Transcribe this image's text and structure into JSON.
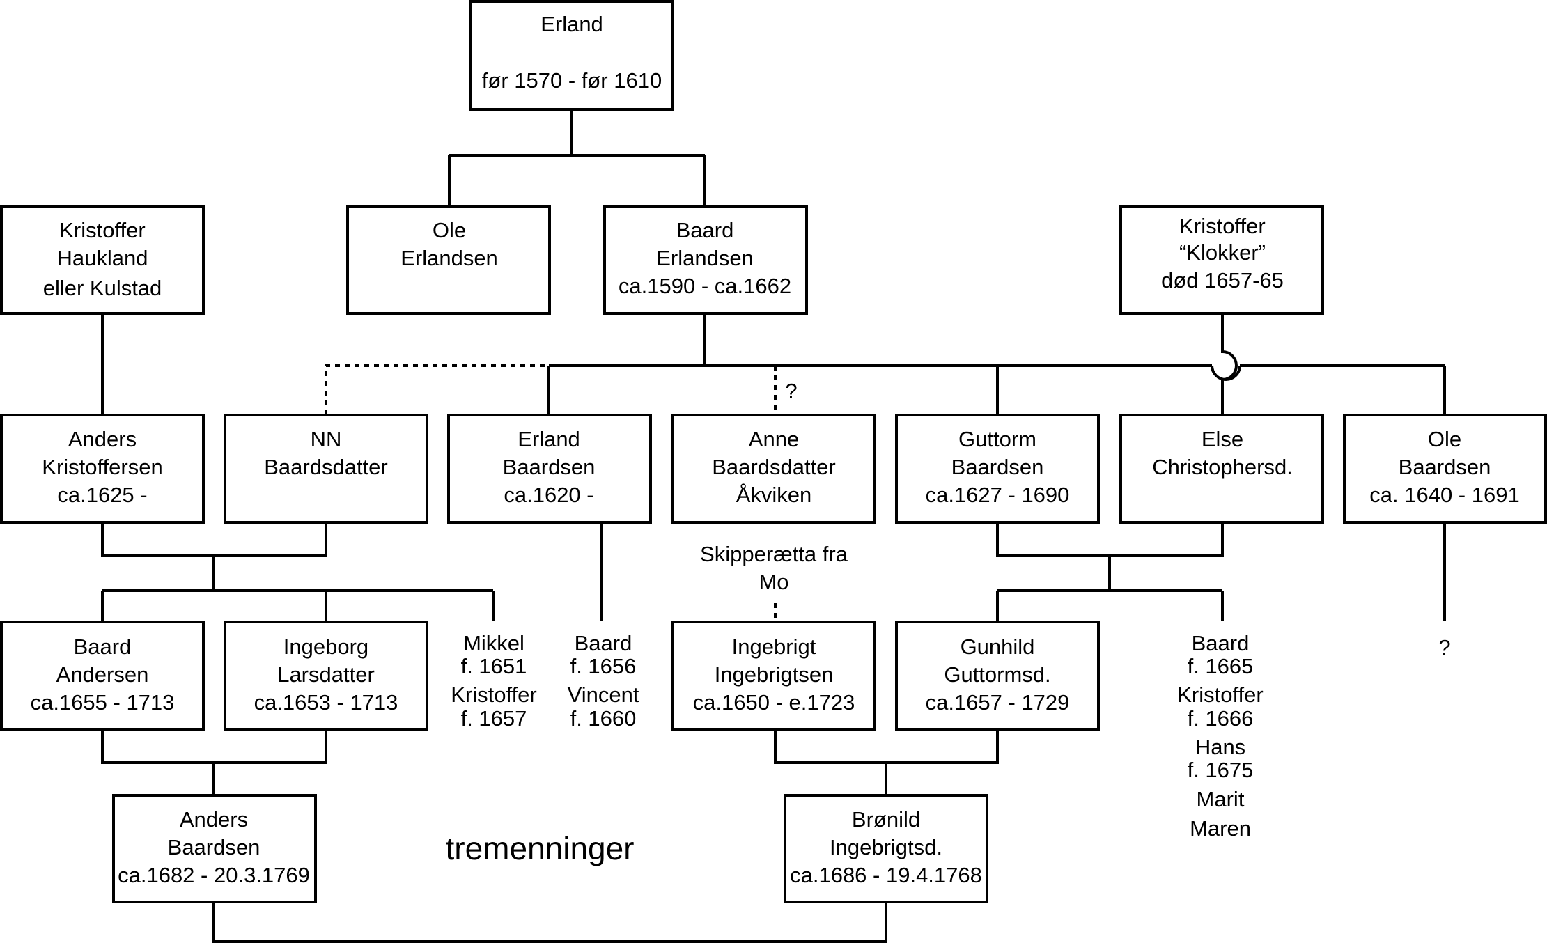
{
  "persons": {
    "erland": [
      "Erland",
      "",
      "før 1570 - før 1610"
    ],
    "ole_erlandsen": [
      "Ole",
      "Erlandsen"
    ],
    "baard_erlandsen": [
      "Baard",
      "Erlandsen",
      "ca.1590 - ca.1662"
    ],
    "kristoffer_haukland": [
      "Kristoffer",
      "Haukland",
      "eller Kulstad"
    ],
    "kristoffer_klokker": [
      "Kristoffer",
      "“Klokker”",
      "død 1657-65"
    ],
    "anders_kristoffersen": [
      "Anders",
      "Kristoffersen",
      "ca.1625 -"
    ],
    "nn_baardsdatter": [
      "NN",
      "Baardsdatter"
    ],
    "erland_baardsen": [
      "Erland",
      "Baardsen",
      "ca.1620 -"
    ],
    "anne_baardsdatter": [
      "Anne",
      "Baardsdatter",
      "Åkviken"
    ],
    "guttorm_baardsen": [
      "Guttorm",
      "Baardsen",
      "ca.1627 - 1690"
    ],
    "else_christophersd": [
      "Else",
      "Christophersd."
    ],
    "ole_baardsen": [
      "Ole",
      "Baardsen",
      "ca. 1640 - 1691"
    ],
    "baard_andersen": [
      "Baard",
      "Andersen",
      "ca.1655 - 1713"
    ],
    "ingeborg_larsdatter": [
      "Ingeborg",
      "Larsdatter",
      "ca.1653 - 1713"
    ],
    "ingebrigt_ingebrigtsen": [
      "Ingebrigt",
      "Ingebrigtsen",
      "ca.1650 - e.1723"
    ],
    "gunhild_guttormsd": [
      "Gunhild",
      "Guttormsd.",
      "ca.1657 - 1729"
    ],
    "anders_baardsen": [
      "Anders",
      "Baardsen",
      "ca.1682 - 20.3.1769"
    ],
    "bronild_ingebrigtsd": [
      "Brønild",
      "Ingebrigtsd.",
      "ca.1686 - 19.4.1768"
    ]
  },
  "annotations": {
    "mikkel_kristoffer": [
      "Mikkel",
      "f. 1651",
      "Kristoffer",
      "f. 1657"
    ],
    "baard_vincent": [
      "Baard",
      "f. 1656",
      "Vincent",
      "f. 1660"
    ],
    "guttorm_children": [
      "Baard",
      "f. 1665",
      "Kristoffer",
      "f. 1666",
      "Hans",
      "f. 1675",
      "Marit",
      "Maren"
    ],
    "skipperaetta": [
      "Skipperætta fra",
      "Mo"
    ],
    "anne_question": "?",
    "ole_question": "?",
    "tremenninger": "tremenninger"
  }
}
